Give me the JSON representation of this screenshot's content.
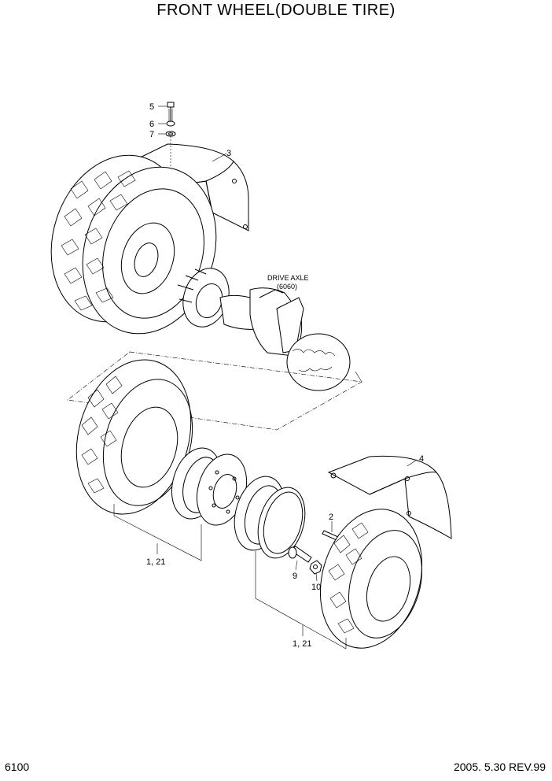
{
  "header": {
    "title": "FRONT WHEEL(DOUBLE TIRE)"
  },
  "footer": {
    "page_code": "6100",
    "revision": "2005. 5.30 REV.99"
  },
  "callouts": {
    "c1": "1, 21",
    "c1b": "1, 21",
    "c2": "2",
    "c3": "3",
    "c4": "4",
    "c5": "5",
    "c6": "6",
    "c7": "7",
    "c9": "9",
    "c10": "10"
  },
  "drive_axle": {
    "name": "DRIVE AXLE",
    "ref": "(6060)"
  }
}
